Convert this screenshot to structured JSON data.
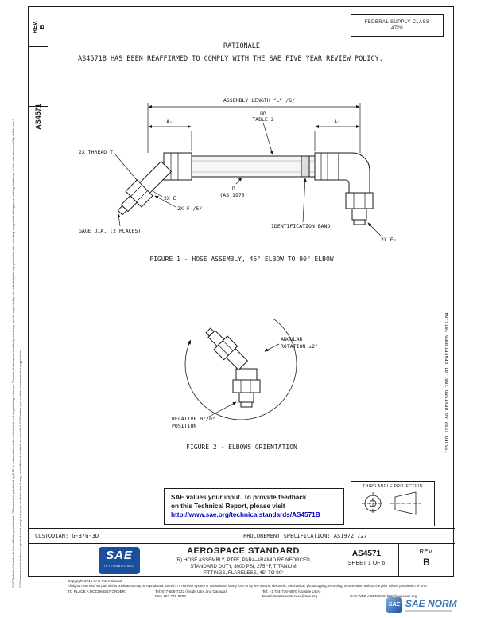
{
  "margin_notes": {
    "left_note_1": "SAE Technical Standards Board Rules provide that: \"This report is published by SAE to advance the state of technical and engineering sciences. The use of this report is entirely voluntary, and its applicability and suitability for any particular use, including any patent infringement arising therefrom, is the sole responsibility of the user.\"",
    "left_note_2": "SAE reviews each technical report at least every five years at which time it may be reaffirmed, revised, or cancelled. SAE invites your written comments and suggestions.",
    "right_note": "ISSUED 1992-06      REVISED 2001-01      REAFFIRMED 2015-04"
  },
  "corner": {
    "rev_label": "REV.",
    "rev_value": "B",
    "doc_number": "AS4571"
  },
  "header": {
    "fsc_label": "FEDERAL SUPPLY CLASS",
    "fsc_value": "4720"
  },
  "rationale": {
    "title": "RATIONALE",
    "body": "AS4571B HAS BEEN REAFFIRMED TO COMPLY WITH THE SAE FIVE YEAR REVIEW POLICY."
  },
  "figure1": {
    "caption": "FIGURE 1 - HOSE ASSEMBLY, 45° ELBOW TO 90° ELBOW",
    "labels": {
      "assembly_length": "ASSEMBLY LENGTH \"L\"  /6/",
      "dd": "DD",
      "dd_table": "TABLE 2",
      "a1": "A₁",
      "a2": "A₂",
      "thread_t": "2X THREAD T",
      "e_ref": "2X E",
      "f_ref": "2X F  /5/",
      "d_ref": "D",
      "d_std": "(AS 1975)",
      "gage_dia": "GAGE DIA. (2 PLACES)",
      "id_band": "IDENTIFICATION BAND",
      "e2_ref": "2X E₂"
    }
  },
  "figure2": {
    "caption": "FIGURE 2 - ELBOWS ORIENTATION",
    "labels": {
      "angular_1": "ANGULAR",
      "angular_2": "ROTATION ±2°",
      "relative_1": "RELATIVE 0°/0°",
      "relative_2": "POSITION"
    }
  },
  "feedback": {
    "line1": "SAE values your input. To provide feedback",
    "line2": "on this Technical Report, please visit",
    "link": "http://www.sae.org/technicalstandards/AS4571B"
  },
  "projection": {
    "title": "THIRD ANGLE PROJECTION"
  },
  "info_row": {
    "custodian": "CUSTODIAN:  G-3/G-3D",
    "procurement": "PROCUREMENT SPECIFICATION:  AS1972 /2/"
  },
  "title_block": {
    "logo_text": "SAE",
    "logo_sub": "INTERNATIONAL",
    "standard_type": "AEROSPACE STANDARD",
    "desc_1": "(R) HOSE ASSEMBLY, PTFE, PARA-ARAMID REINFORCED,",
    "desc_2": "STANDARD DUTY, 3000 PSI, 275 °F, TITANIUM",
    "desc_3": "FITTINGS, FLARELESS, 45° TO 90°",
    "doc_number": "AS4571",
    "sheet": "SHEET 1 OF 6",
    "rev_label": "REV.",
    "rev_value": "B"
  },
  "footer": {
    "copyright": "Copyright 2015 SAE International",
    "rights": "All rights reserved. No part of this publication may be reproduced, stored in a retrieval system or transmitted, in any form or by any means, electronic, mechanical, photocopying, recording, or otherwise, without the prior written permission of SAE.",
    "order_label": "TO PLACE A DOCUMENT ORDER:",
    "tel_inside": "Tel:   877-606-7323 (inside USA and Canada)",
    "tel_outside": "Tel:  +1 724-776-4970 (outside USA)",
    "fax": "Fax:  724-776-0790",
    "email": "Email: CustomerService@sae.org",
    "web": "SAE WEB ADDRESS:  http://www.sae.org"
  },
  "watermark": {
    "logo_text": "SAE",
    "name": "SAE NORM"
  },
  "colors": {
    "ink": "#1a1a1a",
    "link_blue": "#0000bf",
    "sae_blue": "#1b4f9e",
    "watermark_blue": "#3573b9"
  }
}
